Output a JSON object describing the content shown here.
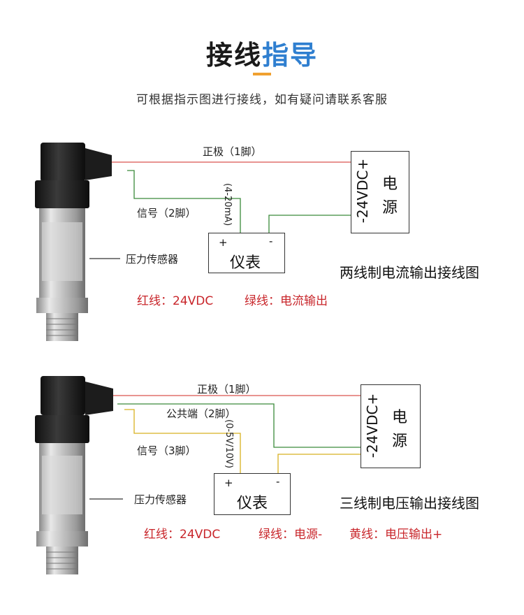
{
  "header": {
    "title_part1": "接线",
    "title_part2": "指导",
    "subtitle": "可根据指示图进行接线，如有疑问请联系客服"
  },
  "diagram1": {
    "positive_label": "正极（1脚）",
    "signal_label": "信号（2脚）",
    "current_label": "(4-20mA)",
    "sensor_label": "压力传感器",
    "meter_name": "仪表",
    "meter_plus": "+",
    "meter_minus": "-",
    "power_voltage": "-24VDC+",
    "power_char1": "电",
    "power_char2": "源",
    "caption": "两线制电流输出接线图",
    "red_note": "红线：24VDC",
    "green_note": "绿线：电流输出"
  },
  "diagram2": {
    "positive_label": "正极（1脚）",
    "common_label": "公共端（2脚）",
    "signal_label": "信号（3脚）",
    "voltage_label": "(0-5V/10V)",
    "sensor_label": "压力传感器",
    "meter_name": "仪表",
    "meter_plus": "+",
    "meter_minus": "-",
    "power_voltage": "-24VDC+",
    "power_char1": "电",
    "power_char2": "源",
    "caption": "三线制电压输出接线图",
    "red_note": "红线：24VDC",
    "green_note": "绿线：电源-",
    "yellow_note": "黄线：电压输出+"
  },
  "colors": {
    "accent_blue": "#2f7fd0",
    "accent_orange": "#f0a030",
    "wire_red": "#d9534f",
    "wire_green": "#3a8a3a",
    "wire_yellow": "#d8b020",
    "note_red": "#c8252a"
  }
}
